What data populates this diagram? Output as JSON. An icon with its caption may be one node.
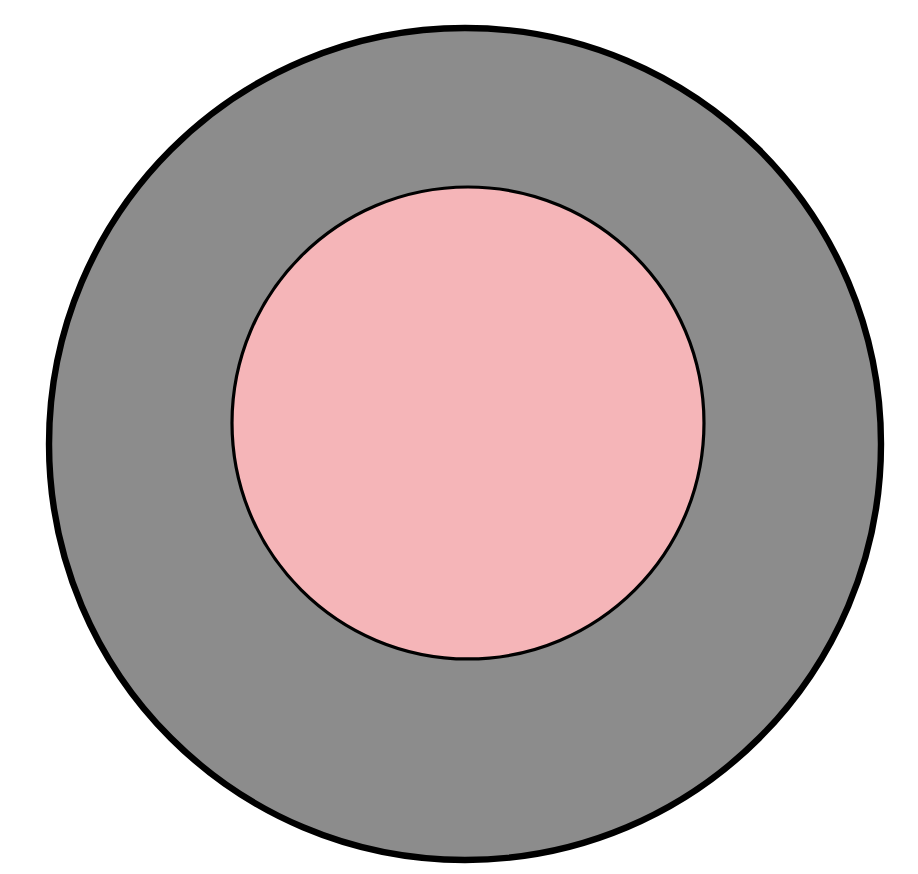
{
  "diagram": {
    "nodes": [
      {
        "text": [],
        "shape": "circle"
      },
      {
        "text": [],
        "shape": "circle",
        "in": 0
      }
    ]
  }
}
